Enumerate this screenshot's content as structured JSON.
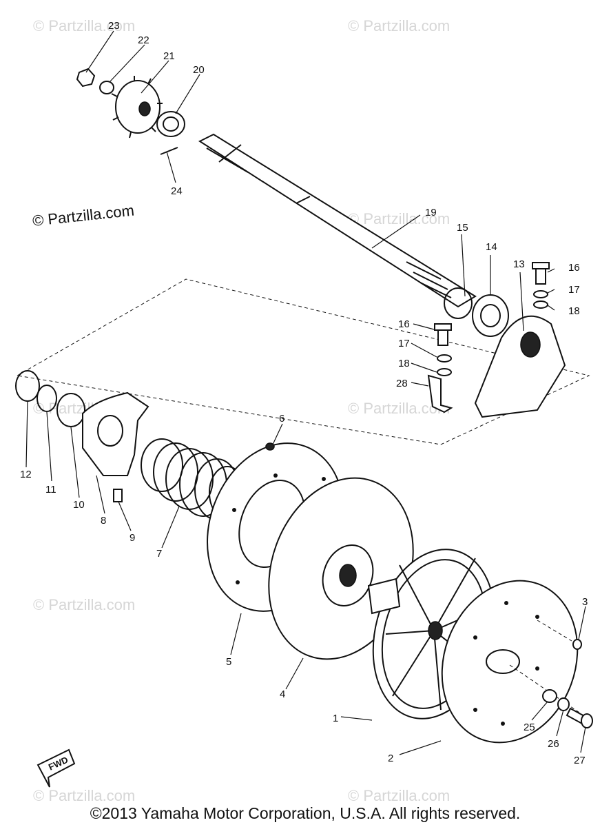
{
  "watermark": "© Partzilla.com",
  "copyright": "©2013 Yamaha Motor Corporation, U.S.A. All rights reserved.",
  "fwd_label": "FWD",
  "callouts": [
    "1",
    "2",
    "3",
    "4",
    "5",
    "6",
    "7",
    "8",
    "9",
    "10",
    "11",
    "12",
    "13",
    "14",
    "15",
    "16",
    "17",
    "18",
    "19",
    "20",
    "21",
    "22",
    "23",
    "24",
    "25",
    "26",
    "27",
    "28",
    "16",
    "17",
    "18"
  ]
}
